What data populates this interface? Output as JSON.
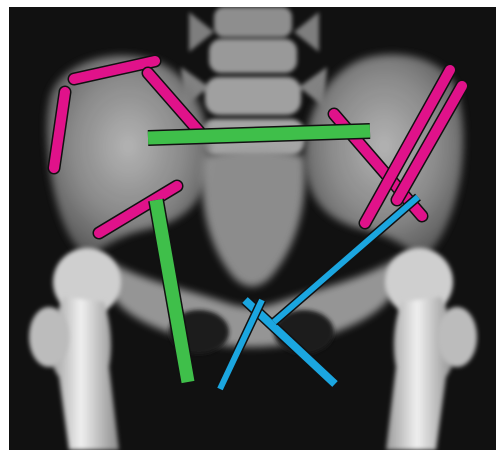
{
  "image": {
    "subject": "pelvis-xray",
    "background_color": "#111111",
    "bone_color": "#d9d9d9"
  },
  "rod_groups": [
    {
      "name": "magenta-rods",
      "color": "#e0128a",
      "count": 7
    },
    {
      "name": "green-rods",
      "color": "#3fbf4a",
      "count": 2
    },
    {
      "name": "blue-rods",
      "color": "#1ba6e0",
      "count": 3
    }
  ]
}
